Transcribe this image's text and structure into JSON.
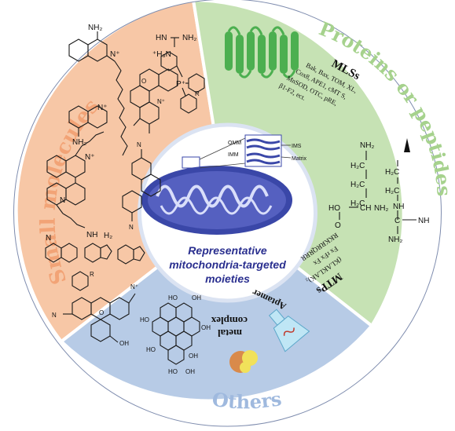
{
  "center": {
    "title_line1": "Representative",
    "title_line2": "mitochondria-targeted",
    "title_line3": "moieties",
    "labels": {
      "omm": "OMM",
      "imm": "IMM",
      "ims": "IMS",
      "matrix": "Matrix"
    }
  },
  "sections": {
    "small_molecules": {
      "title": "Small molecules",
      "color": "#f7c7a6"
    },
    "proteins": {
      "title": "Proteins or peptides",
      "color": "#c6e2b4"
    },
    "others": {
      "title": "Others",
      "color": "#b7cbe6"
    }
  },
  "mls": {
    "title": "MLSs",
    "lines": [
      "Bak, Bax, TOM, XL,",
      "Cox8, APE1, cMT S,",
      "MnSOD, OTC, pRE,",
      "β1-F2, ect."
    ]
  },
  "mtps": {
    "title": "MTPs",
    "seq1": "(KLAKLAK)₂",
    "seq2": "Fx rFx Fx",
    "seq3": "RKKRRQRRR"
  },
  "others_items": {
    "aptamer": "Aptamer",
    "metal1": "metal",
    "metal2": "complex"
  },
  "atoms": {
    "nh2": "NH₂",
    "nh": "NH",
    "hn": "HN",
    "h3n": "⁺H₃N",
    "nplus": "N⁺",
    "pplus": "P⁺",
    "r": "R",
    "o": "O",
    "ho": "HO",
    "oh": "OH",
    "n": "N",
    "h": "H",
    "h2c": "H₂C",
    "ch": "CH",
    "c": "C",
    "nhplus": "H₂"
  },
  "colors": {
    "ring_stroke": "#ffffff",
    "mito_fill": "#3a47a8",
    "mito_cristae": "#d9defa",
    "helix": "#4caf50",
    "title_text": "#2a2f8f"
  }
}
